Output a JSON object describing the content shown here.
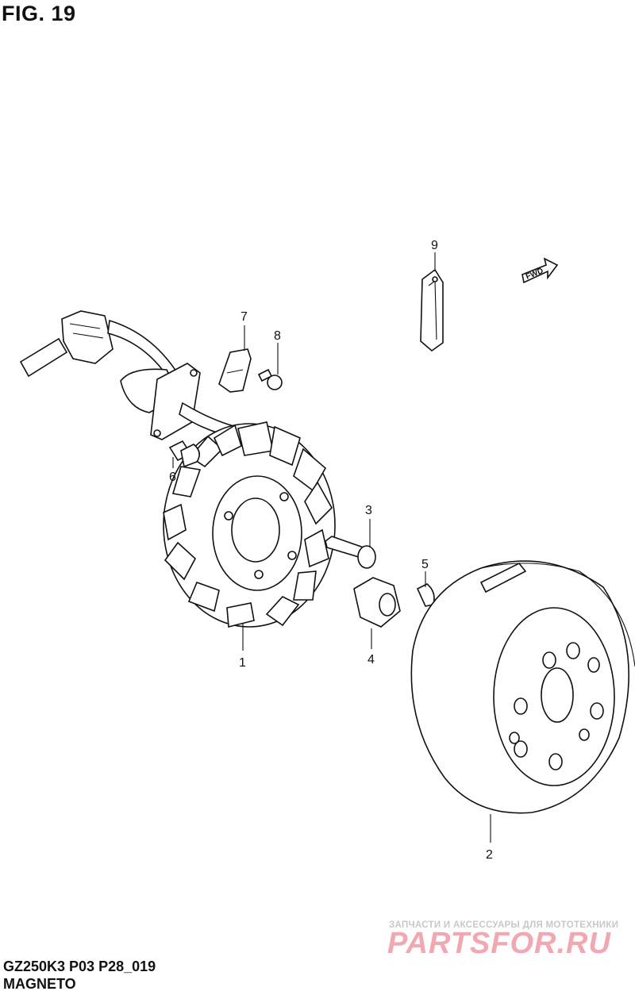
{
  "figure": {
    "title": "FIG. 19",
    "model_code": "GZ250K3 P03 P28_019",
    "section_name": "MAGNETO"
  },
  "direction_marker": {
    "label": "FWD"
  },
  "callouts": [
    {
      "number": "1"
    },
    {
      "number": "2"
    },
    {
      "number": "3"
    },
    {
      "number": "4"
    },
    {
      "number": "5"
    },
    {
      "number": "6"
    },
    {
      "number": "7"
    },
    {
      "number": "8"
    },
    {
      "number": "9"
    }
  ],
  "watermark": {
    "tagline": "ЗАПЧАСТИ И АКСЕССУАРЫ ДЛЯ МОТОТЕХНИКИ",
    "logo": "PARTSFOR.RU",
    "color": "#f2a8b0"
  }
}
